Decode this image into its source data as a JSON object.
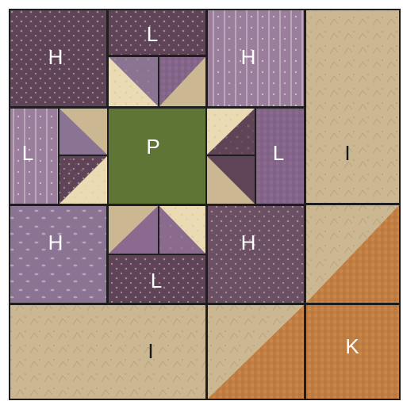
{
  "colors": {
    "dark_purple": "#5e4456",
    "dark_purple_print": "#6b4f62",
    "mauve_stripe": "#9a7e9c",
    "lilac": "#8b7393",
    "lilac_check": "#8a6a8e",
    "green": "#5f7536",
    "tan": "#cbb893",
    "cream": "#eadbb4",
    "orange": "#c98649",
    "seam": "#1e1e1e",
    "white_label": "#ffffff",
    "black_label": "#1a1a1a"
  },
  "labels": {
    "h_top_left": "H",
    "l_top": "L",
    "h_top_right": "H",
    "l_left": "L",
    "p_center": "P",
    "l_right": "L",
    "i_right": "I",
    "h_bottom_left": "H",
    "l_bottom": "L",
    "h_bottom_right": "H",
    "i_bottom": "I",
    "k_corner": "K"
  }
}
